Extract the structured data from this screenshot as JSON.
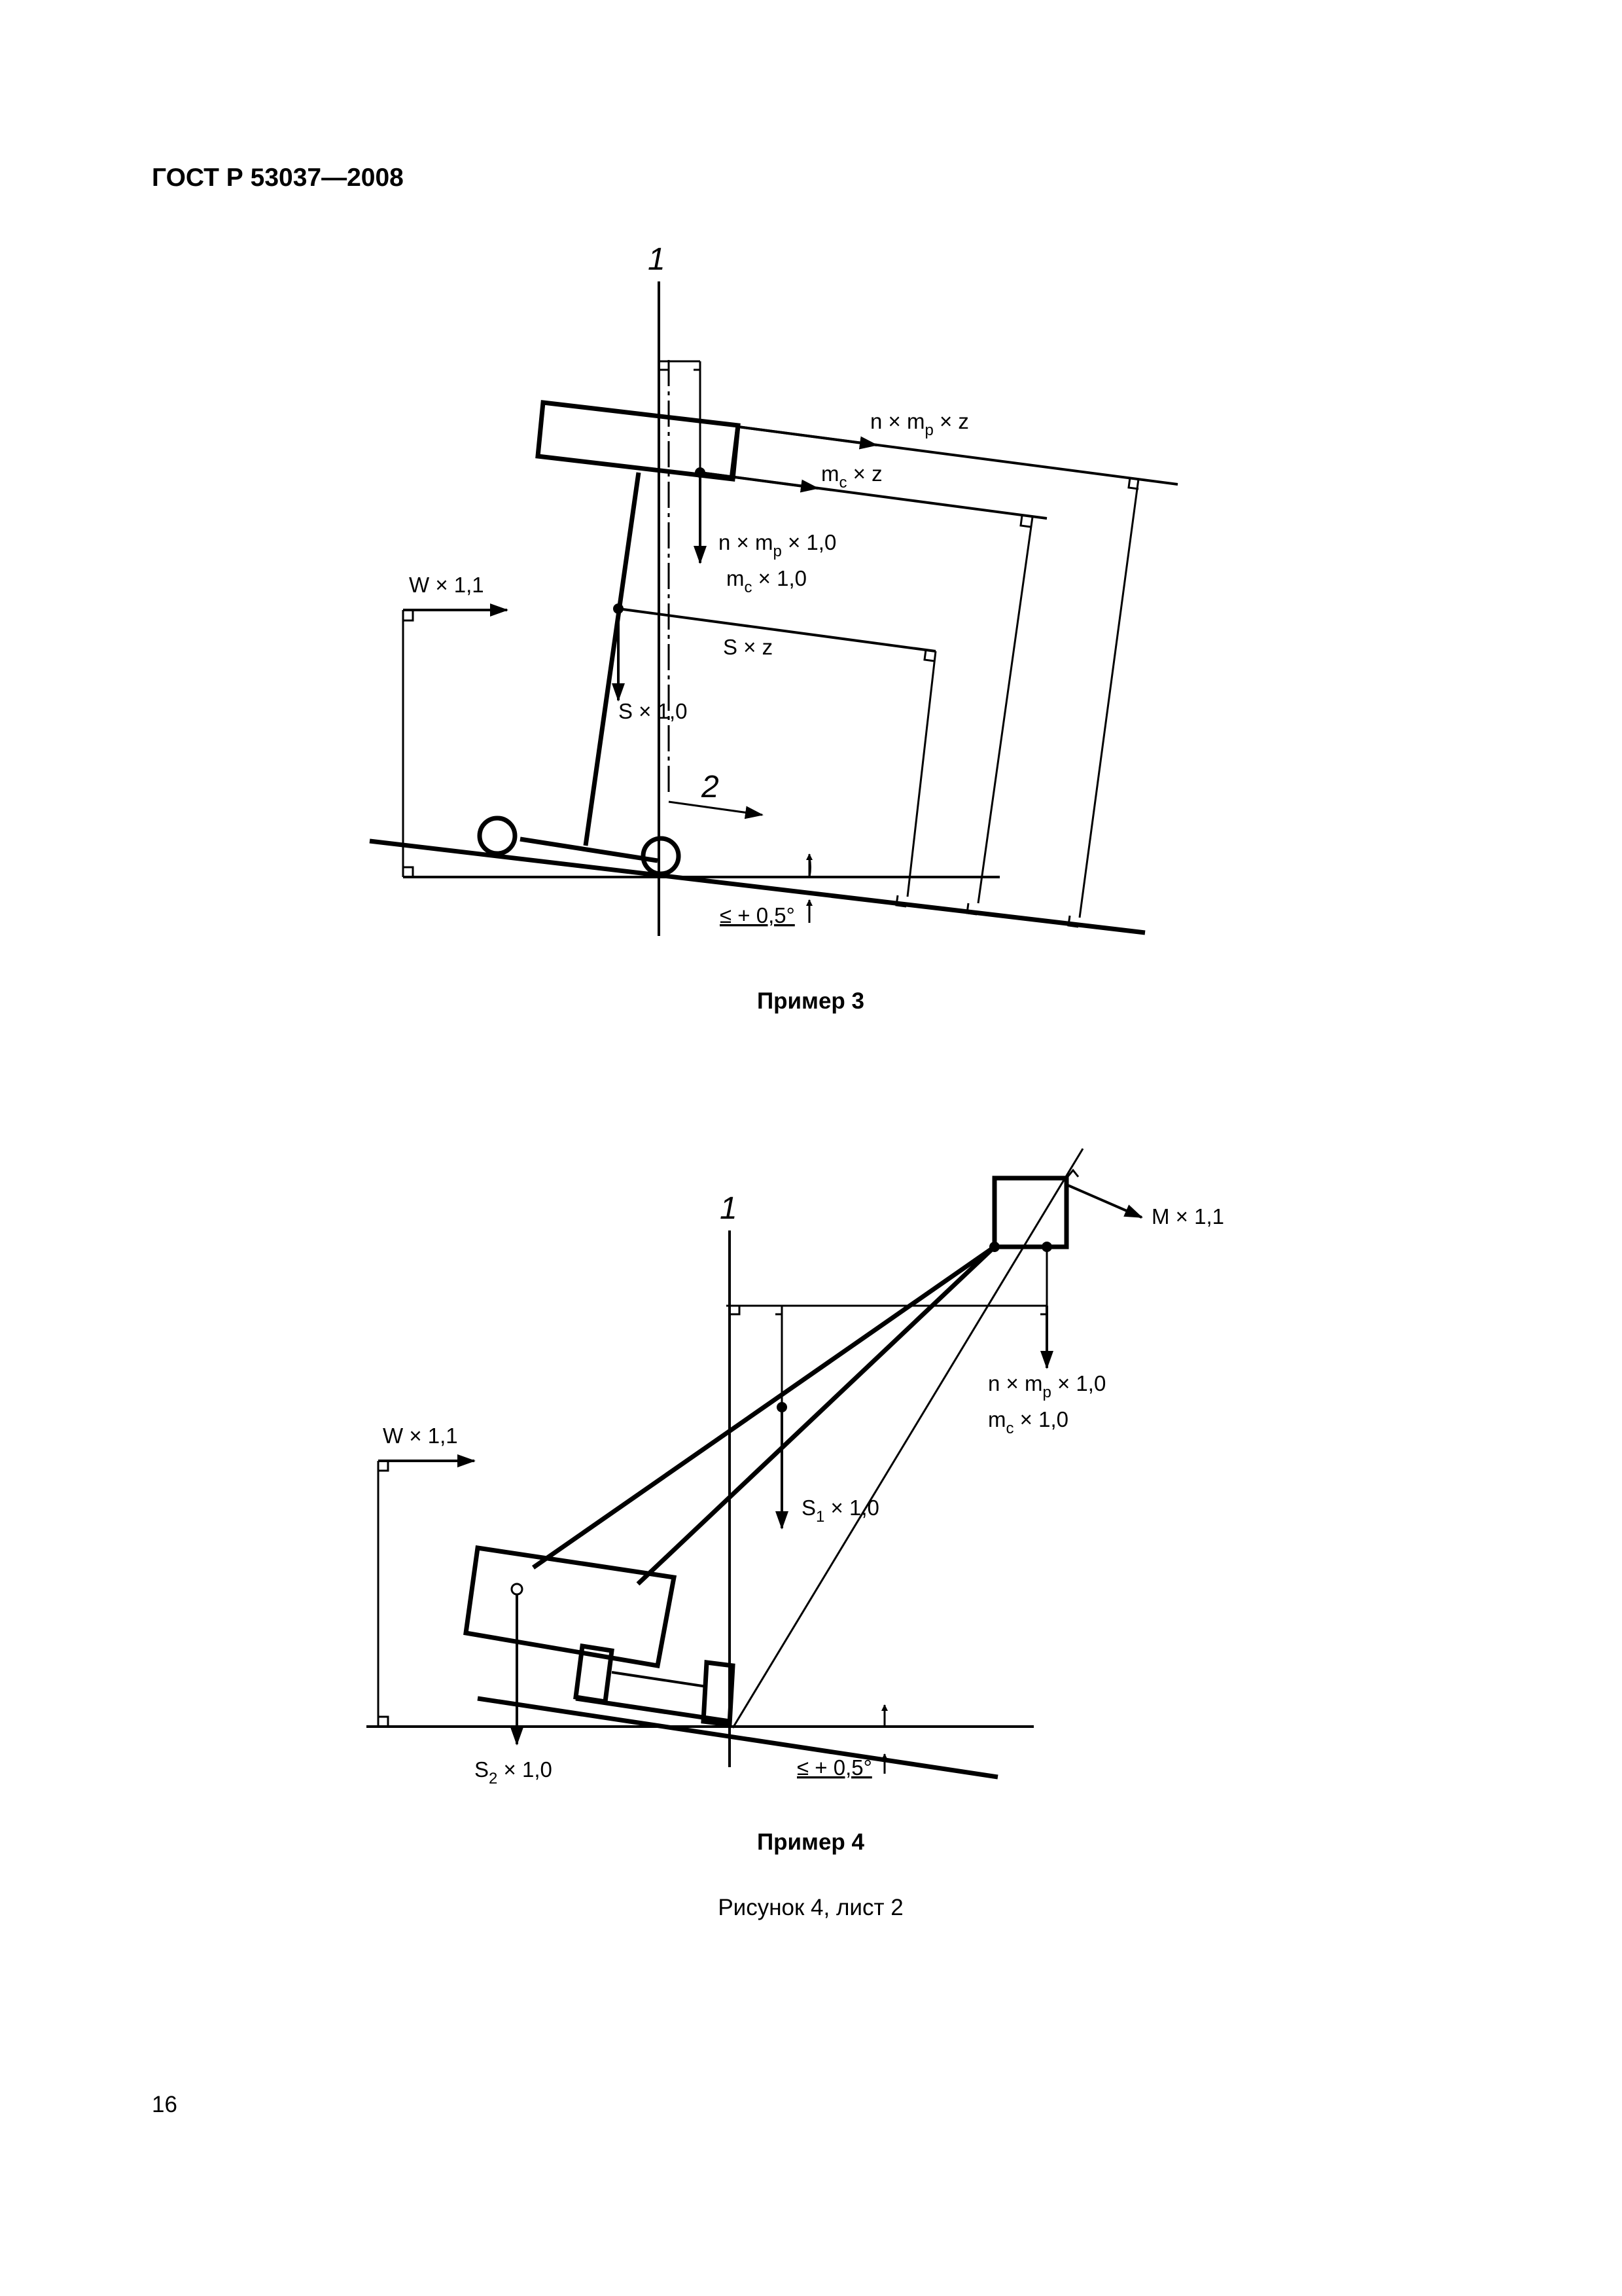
{
  "header": {
    "doc_id": "ГОСТ Р 53037—2008"
  },
  "example3": {
    "axis_label": "1",
    "direction_label": "2",
    "force_top": "n × m",
    "force_top_sub": "p",
    "force_top_suffix": " × z",
    "force_mc": "m",
    "force_mc_sub": "c",
    "force_mc_suffix": " × z",
    "force_vert_1": "n × m",
    "force_vert_1_sub": "p",
    "force_vert_1_suffix": " × 1,0",
    "force_vert_2": "m",
    "force_vert_2_sub": "c",
    "force_vert_2_suffix": " × 1,0",
    "force_wind": "W × 1,1",
    "force_sz": "S × z",
    "force_s": "S × 1,0",
    "angle": "≤ + 0,5°",
    "caption": "Пример 3"
  },
  "example4": {
    "axis_label": "1",
    "force_m": "M × 1,1",
    "force_vert_1": "n × m",
    "force_vert_1_sub": "p",
    "force_vert_1_suffix": " × 1,0",
    "force_vert_2": "m",
    "force_vert_2_sub": "c",
    "force_vert_2_suffix": " × 1,0",
    "force_wind": "W × 1,1",
    "force_s1": "S",
    "force_s1_sub": "1",
    "force_s1_suffix": " × 1,0",
    "force_s2": "S",
    "force_s2_sub": "2",
    "force_s2_suffix": " × 1,0",
    "angle": "≤ + 0,5°",
    "caption": "Пример 4"
  },
  "figure_caption": "Рисунок 4, лист 2",
  "page_number": "16"
}
